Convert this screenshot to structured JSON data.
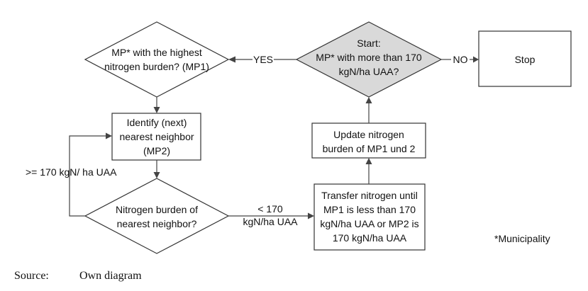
{
  "colors": {
    "start_fill": "#d9d9d9",
    "node_fill": "#ffffff",
    "stroke": "#333333"
  },
  "nodes": {
    "start": {
      "lines": [
        "Start:",
        "MP* with more than 170",
        "kgN/ha UAA?"
      ]
    },
    "stop": {
      "lines": [
        "Stop"
      ]
    },
    "highest_burden": {
      "lines": [
        "MP* with the highest",
        "nitrogen burden? (MP1)"
      ]
    },
    "identify_neighbor": {
      "lines": [
        "Identify (next)",
        "nearest neighbor",
        "(MP2)"
      ]
    },
    "neighbor_burden": {
      "lines": [
        "Nitrogen burden of",
        "nearest neighbor?"
      ]
    },
    "transfer": {
      "lines": [
        "Transfer nitrogen until",
        "MP1 is less than 170",
        "kgN/ha UAA or MP2 is",
        "170 kgN/ha UAA"
      ]
    },
    "update": {
      "lines": [
        "Update nitrogen",
        "burden of MP1 und 2"
      ]
    }
  },
  "edges": {
    "yes": "YES",
    "no": "NO",
    "less_than": [
      "< 170",
      "kgN/ha UAA"
    ],
    "greater_equal": ">= 170 kgN/ ha UAA"
  },
  "footnote": "*Municipality",
  "source": {
    "label": "Source:",
    "text": "Own diagram"
  }
}
